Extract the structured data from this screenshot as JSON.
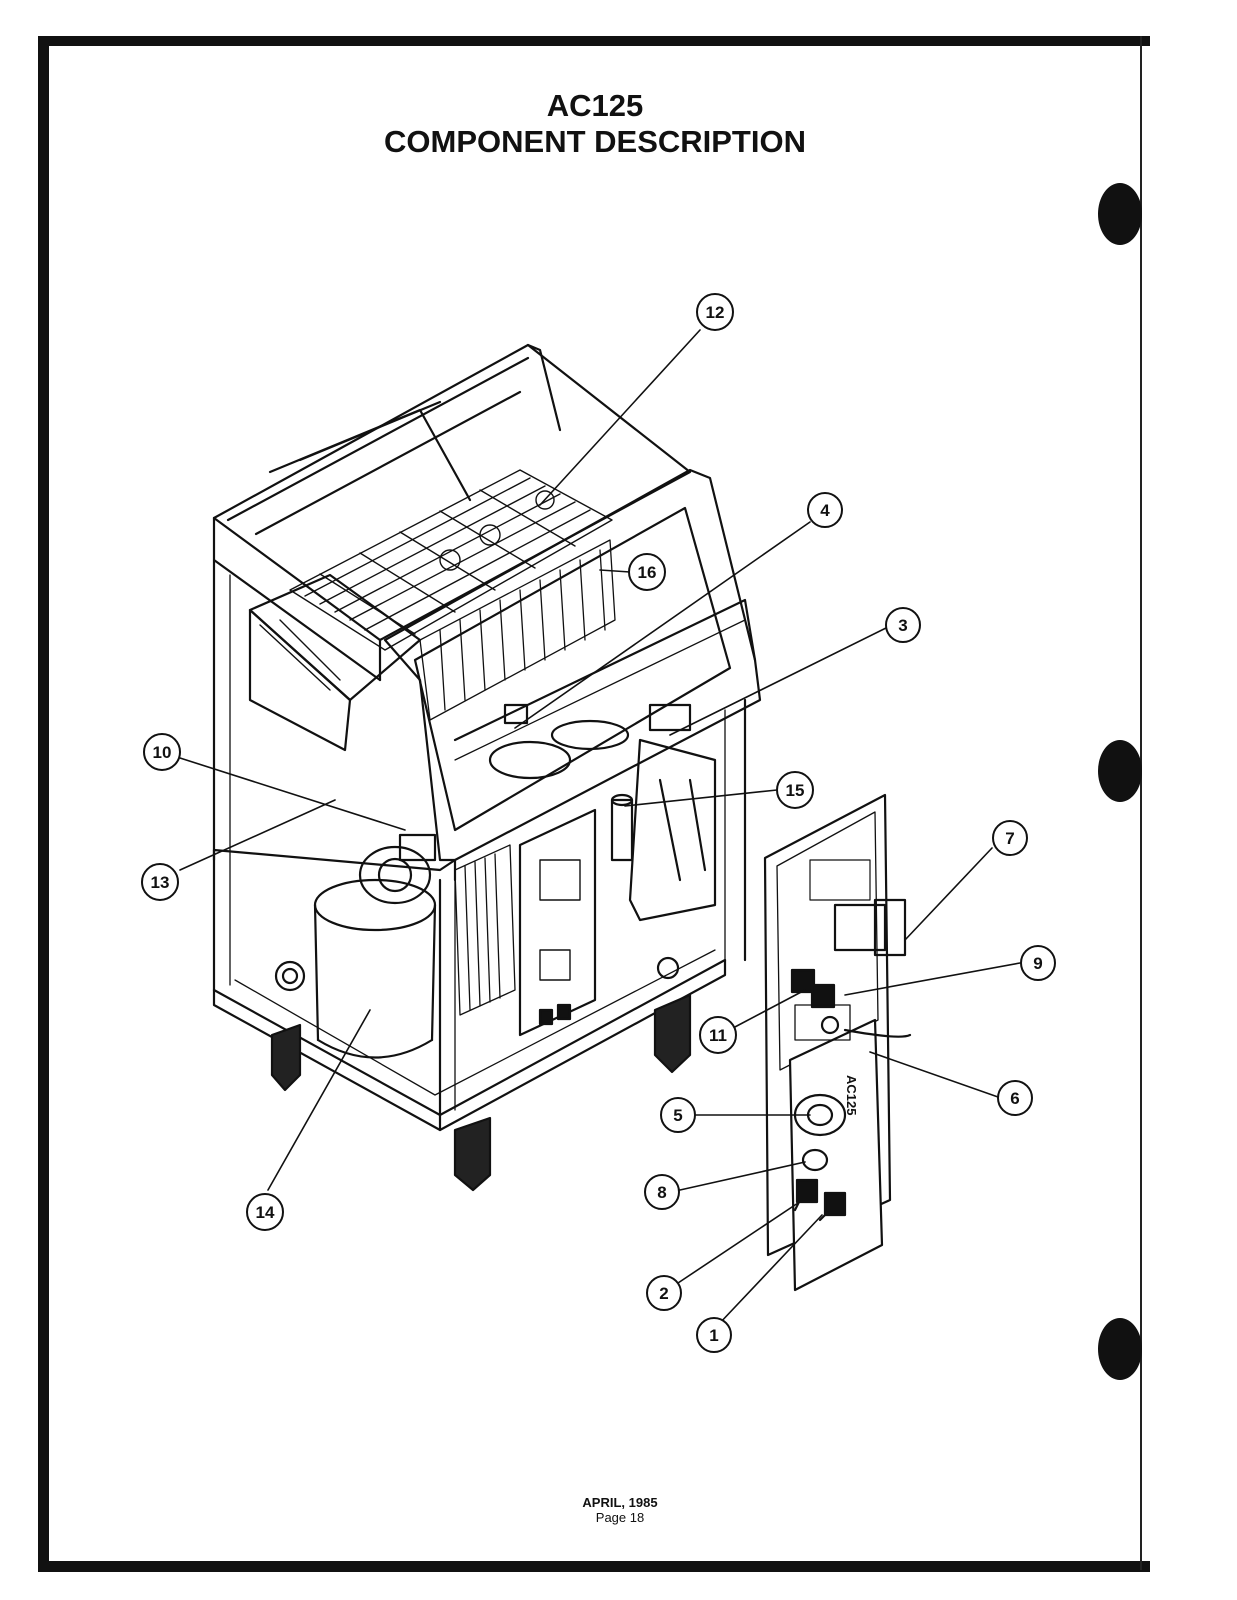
{
  "title": {
    "line1": "AC125",
    "line2": "COMPONENT DESCRIPTION"
  },
  "footer": {
    "date": "APRIL, 1985",
    "page": "Page 18"
  },
  "callouts": [
    {
      "id": "1",
      "label": "1"
    },
    {
      "id": "2",
      "label": "2"
    },
    {
      "id": "3",
      "label": "3"
    },
    {
      "id": "4",
      "label": "4"
    },
    {
      "id": "5",
      "label": "5"
    },
    {
      "id": "6",
      "label": "6"
    },
    {
      "id": "7",
      "label": "7"
    },
    {
      "id": "8",
      "label": "8"
    },
    {
      "id": "9",
      "label": "9"
    },
    {
      "id": "10",
      "label": "10"
    },
    {
      "id": "11",
      "label": "11"
    },
    {
      "id": "12",
      "label": "12"
    },
    {
      "id": "13",
      "label": "13"
    },
    {
      "id": "14",
      "label": "14"
    },
    {
      "id": "15",
      "label": "15"
    },
    {
      "id": "16",
      "label": "16"
    }
  ],
  "panel_marking": "AC125",
  "colors": {
    "ink": "#111111",
    "paper": "#ffffff"
  }
}
